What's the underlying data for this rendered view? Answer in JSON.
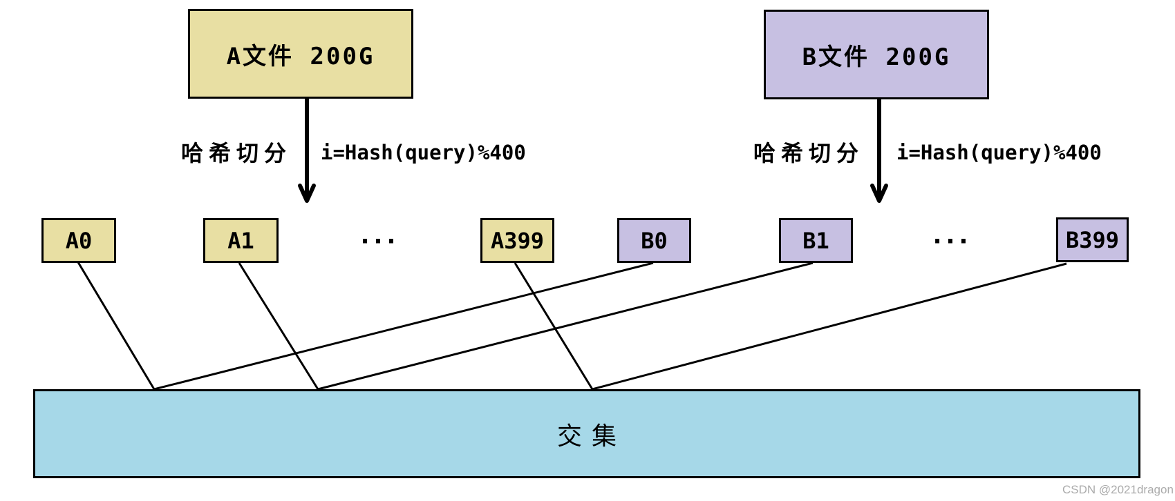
{
  "colors": {
    "file_a_fill": "#E8DFA3",
    "file_b_fill": "#C7C0E2",
    "intersection_fill": "#A6D8E8",
    "stroke": "#000000",
    "watermark_color": "#ABABAB"
  },
  "file_a": {
    "label": "A文件 200G"
  },
  "file_b": {
    "label": "B文件 200G"
  },
  "split_a": {
    "operation": "哈希切分",
    "formula": "i=Hash(query)%400"
  },
  "split_b": {
    "operation": "哈希切分",
    "formula": "i=Hash(query)%400"
  },
  "chunks_a": [
    "A0",
    "A1",
    "A399"
  ],
  "chunks_b": [
    "B0",
    "B1",
    "B399"
  ],
  "ellipsis": "···",
  "intersection": {
    "label": "交集"
  },
  "watermark": "CSDN @2021dragon"
}
